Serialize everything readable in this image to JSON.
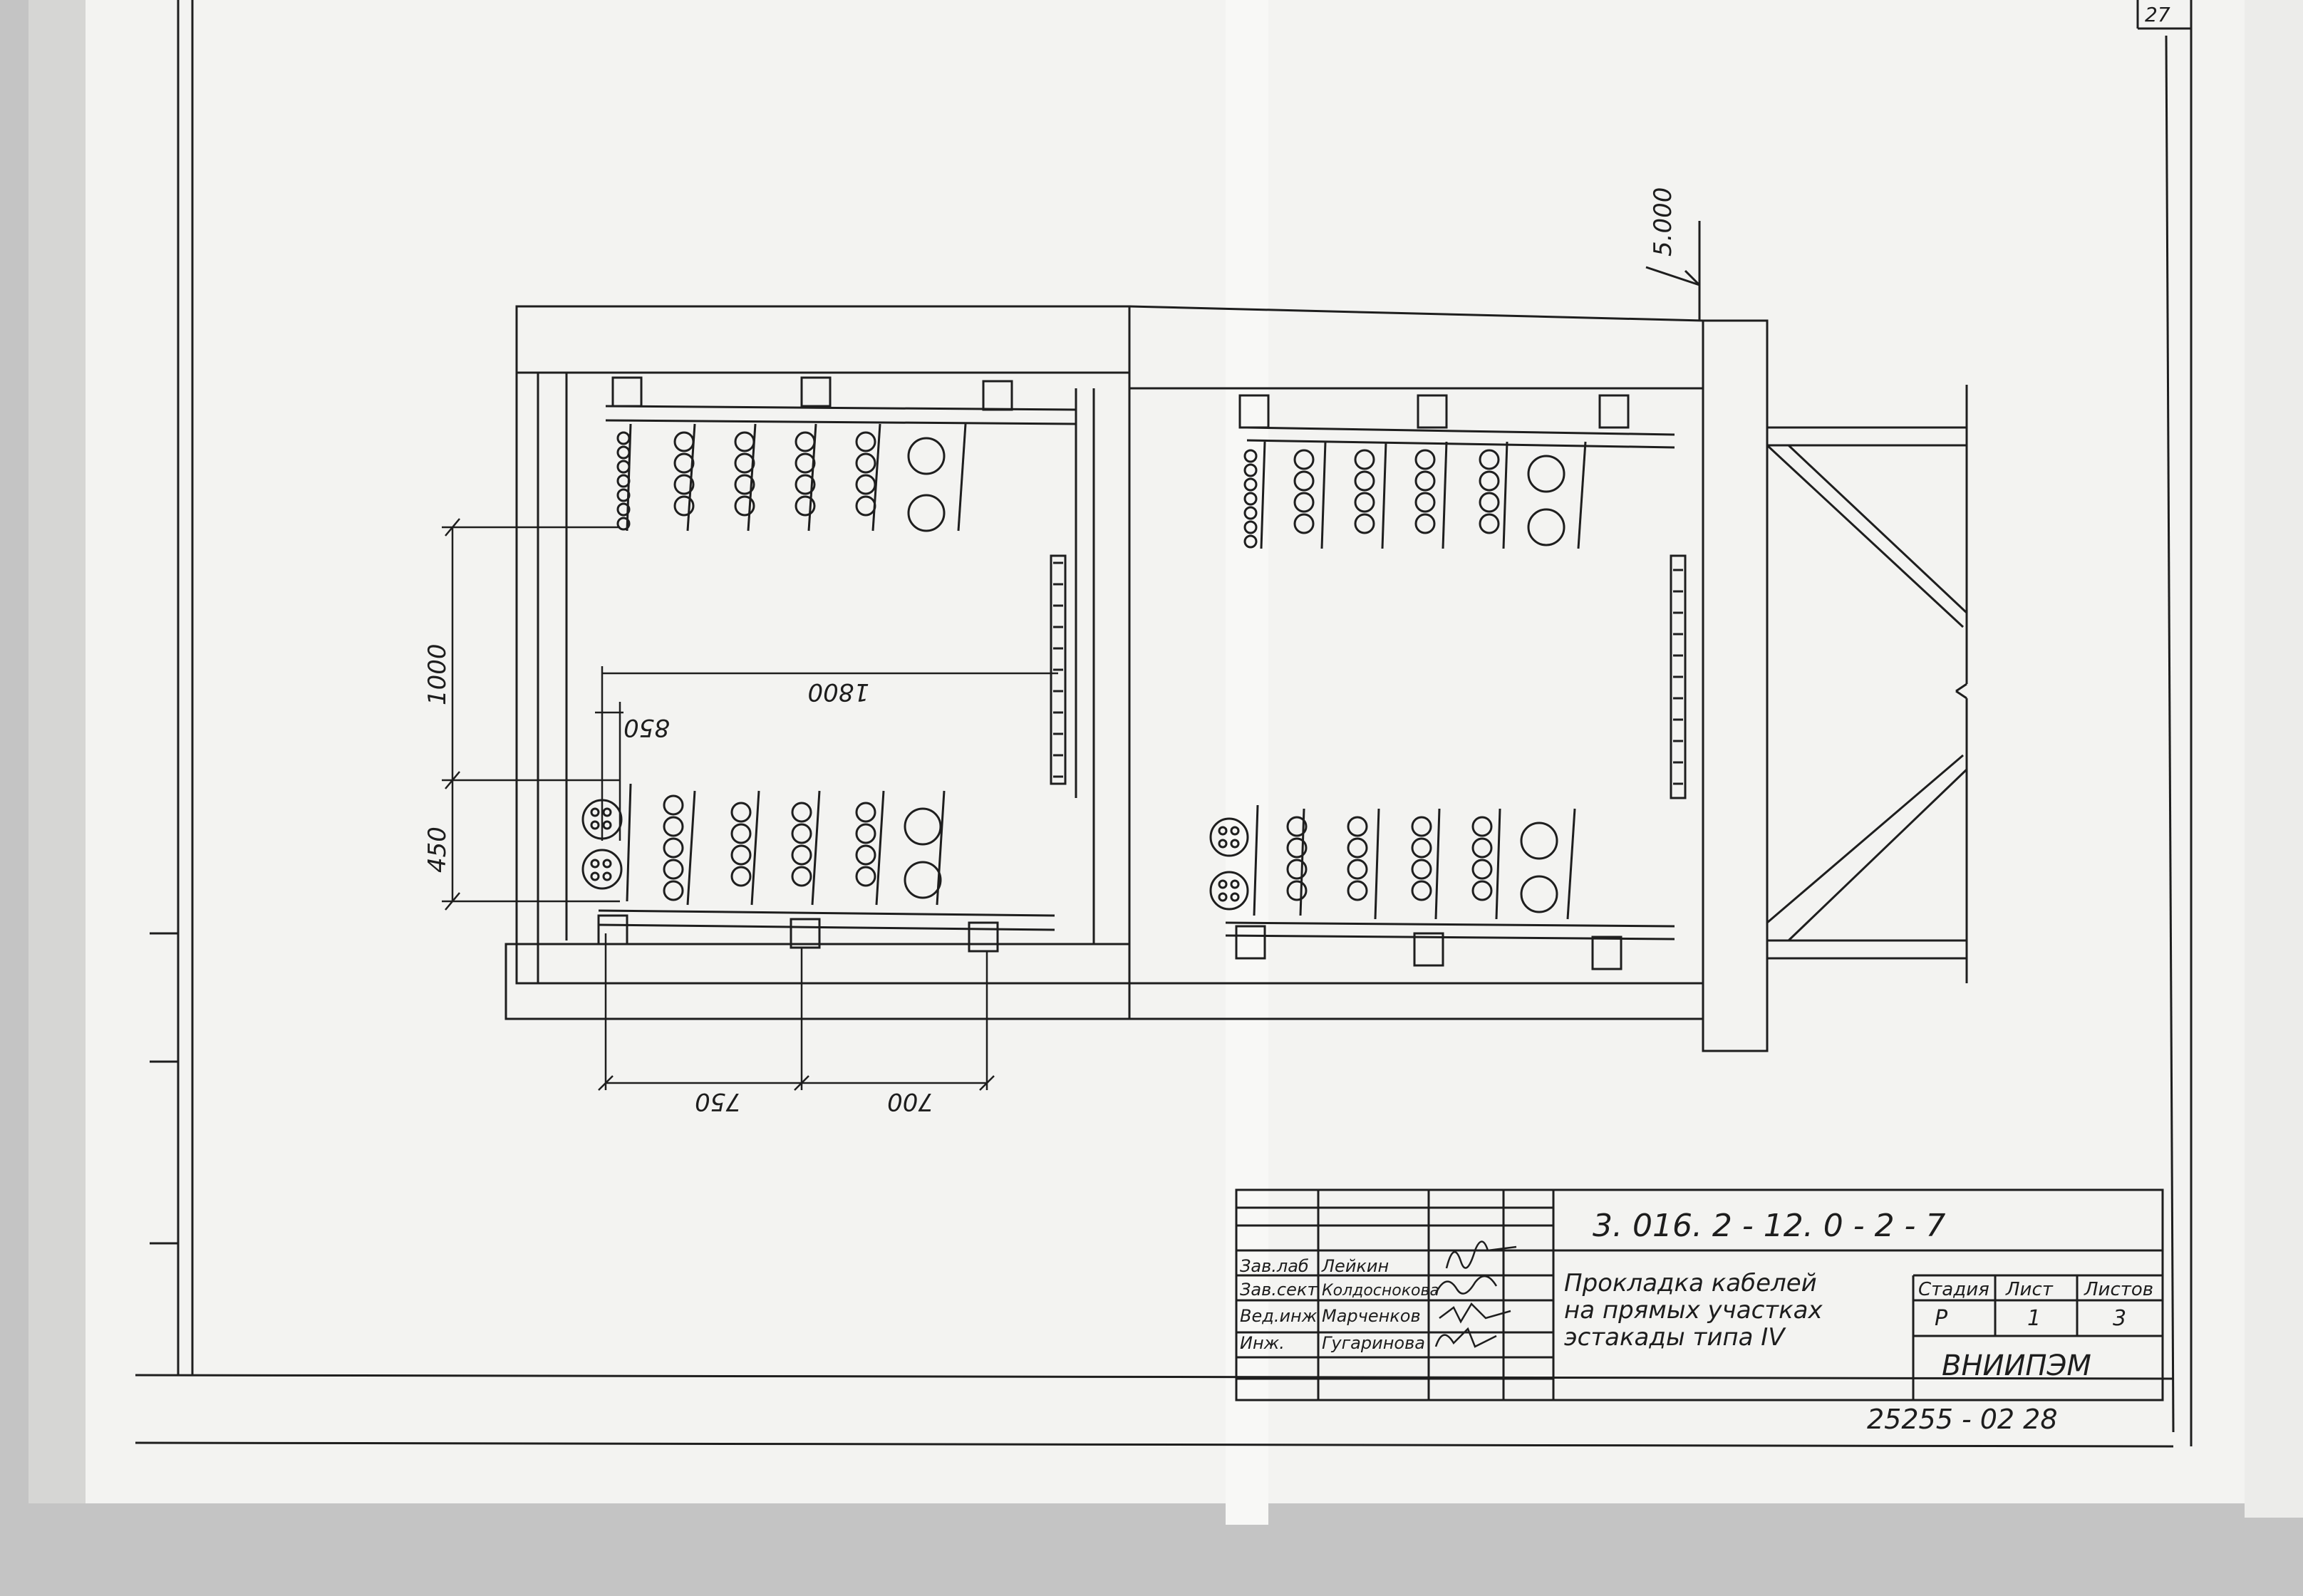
{
  "page_number": "27",
  "elevation": "5.000",
  "dimensions": {
    "d1000": "1000",
    "d450": "450",
    "d1800": "1800",
    "d850": "850",
    "d750": "750",
    "d700": "700"
  },
  "title_block": {
    "document_code": "3. 016. 2 - 12. 0 - 2 - 7",
    "title_lines": [
      "Прокладка кабелей",
      "на прямых участках",
      "эстакады типа IV"
    ],
    "signatures": [
      {
        "role": "Зав.лаб",
        "name": "Лейкин"
      },
      {
        "role": "Зав.сект",
        "name": "Колдоснокова"
      },
      {
        "role": "Вед.инж",
        "name": "Марченков"
      },
      {
        "role": "Инж.",
        "name": "Гугаринова"
      }
    ],
    "headers": {
      "stage": "Стадия",
      "sheet": "Лист",
      "sheets": "Листов"
    },
    "values": {
      "stage": "Р",
      "sheet": "1",
      "sheets": "3"
    },
    "organization": "ВНИИПЭМ",
    "archive_number": "25255 - 02   28"
  }
}
